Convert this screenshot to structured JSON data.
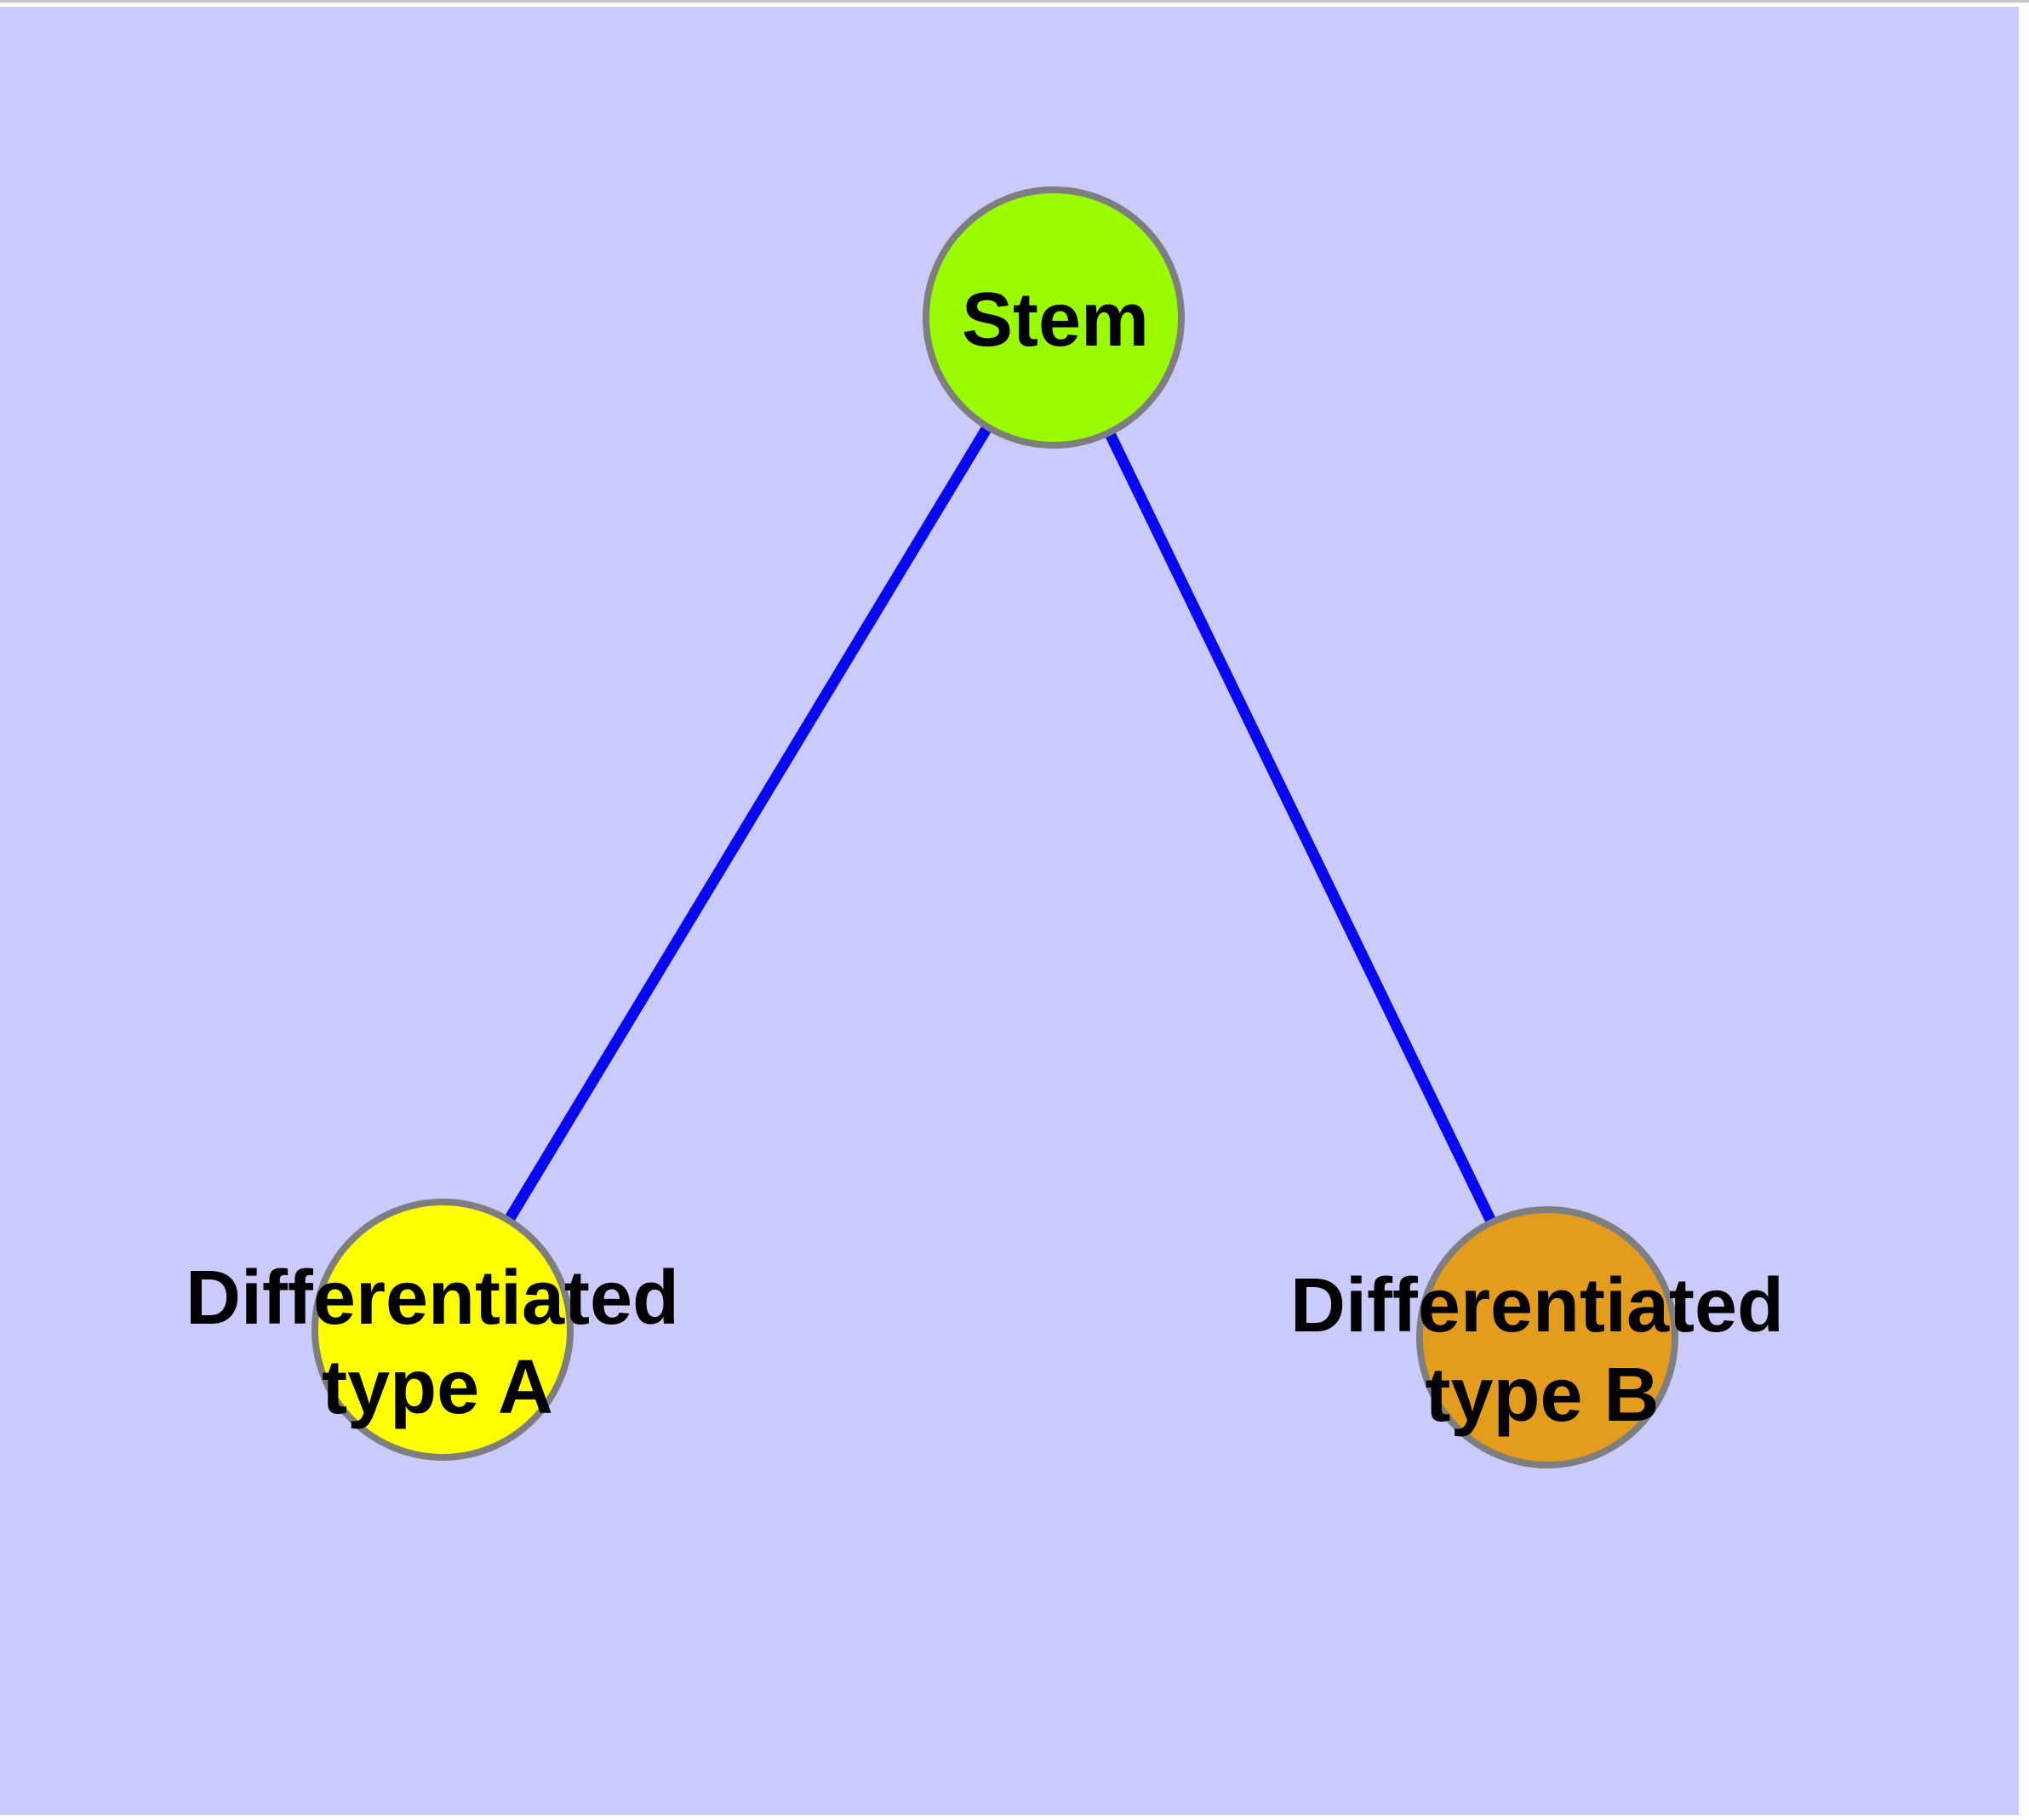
{
  "diagram": {
    "kind": "node-link network diagram",
    "colors": {
      "canvas_margin": "#ffffff",
      "top_hairline": "#c4c4c4",
      "background": "#cacafc",
      "edge": "#0707f0",
      "node_border": "#7e7e7e",
      "label": "#000000"
    },
    "nodes": [
      {
        "id": "stem",
        "label": "Stem",
        "fill": "#9bfb00"
      },
      {
        "id": "diff-a",
        "label": "Differentiated type A",
        "label_line1": "Differentiated",
        "label_line2": "type A",
        "fill": "#ffff00"
      },
      {
        "id": "diff-b",
        "label": "Differentiated type B",
        "label_line1": "Differentiated",
        "label_line2": "type B",
        "fill": "#e39c1e"
      }
    ],
    "edges": [
      {
        "source": "Stem",
        "target": "Differentiated type A"
      },
      {
        "source": "Stem",
        "target": "Differentiated type B"
      }
    ]
  }
}
